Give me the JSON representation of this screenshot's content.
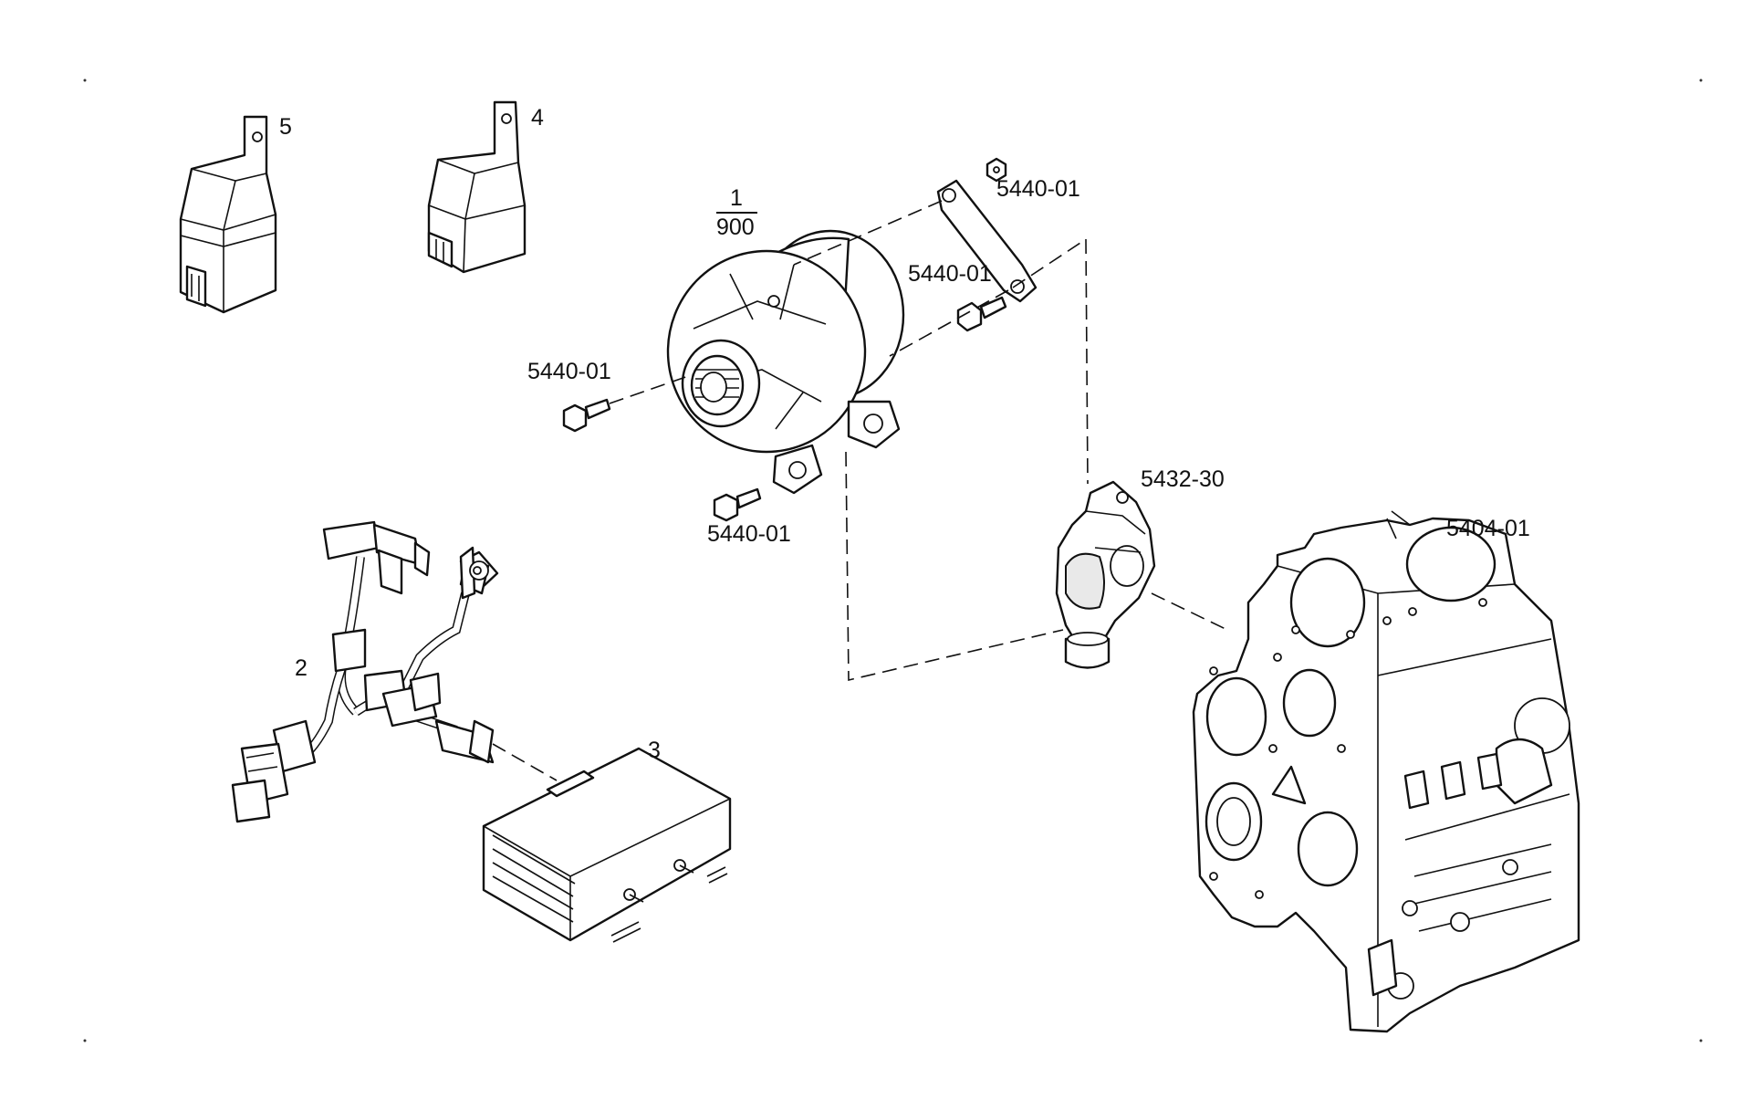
{
  "callouts": {
    "relay_5": "5",
    "relay_4": "4",
    "alternator_ref_top": "1",
    "alternator_ref_bottom": "900",
    "bolt_a": "5440-01",
    "bolt_b": "5440-01",
    "bolt_c": "5440-01",
    "bolt_d": "5440-01",
    "bracket": "5432-30",
    "engine_block": "5404-01",
    "harness": "2",
    "control_box": "3"
  },
  "icons": {
    "relay_5": "relay-icon",
    "relay_4": "relay-icon",
    "alternator": "alternator-icon",
    "bracket": "mounting-bracket-icon",
    "engine_block": "engine-block-icon",
    "harness": "wiring-harness-icon",
    "control_box": "control-box-icon",
    "bolt": "bolt-icon",
    "nut": "nut-icon"
  },
  "colors": {
    "line": "#111111",
    "background": "#ffffff"
  }
}
